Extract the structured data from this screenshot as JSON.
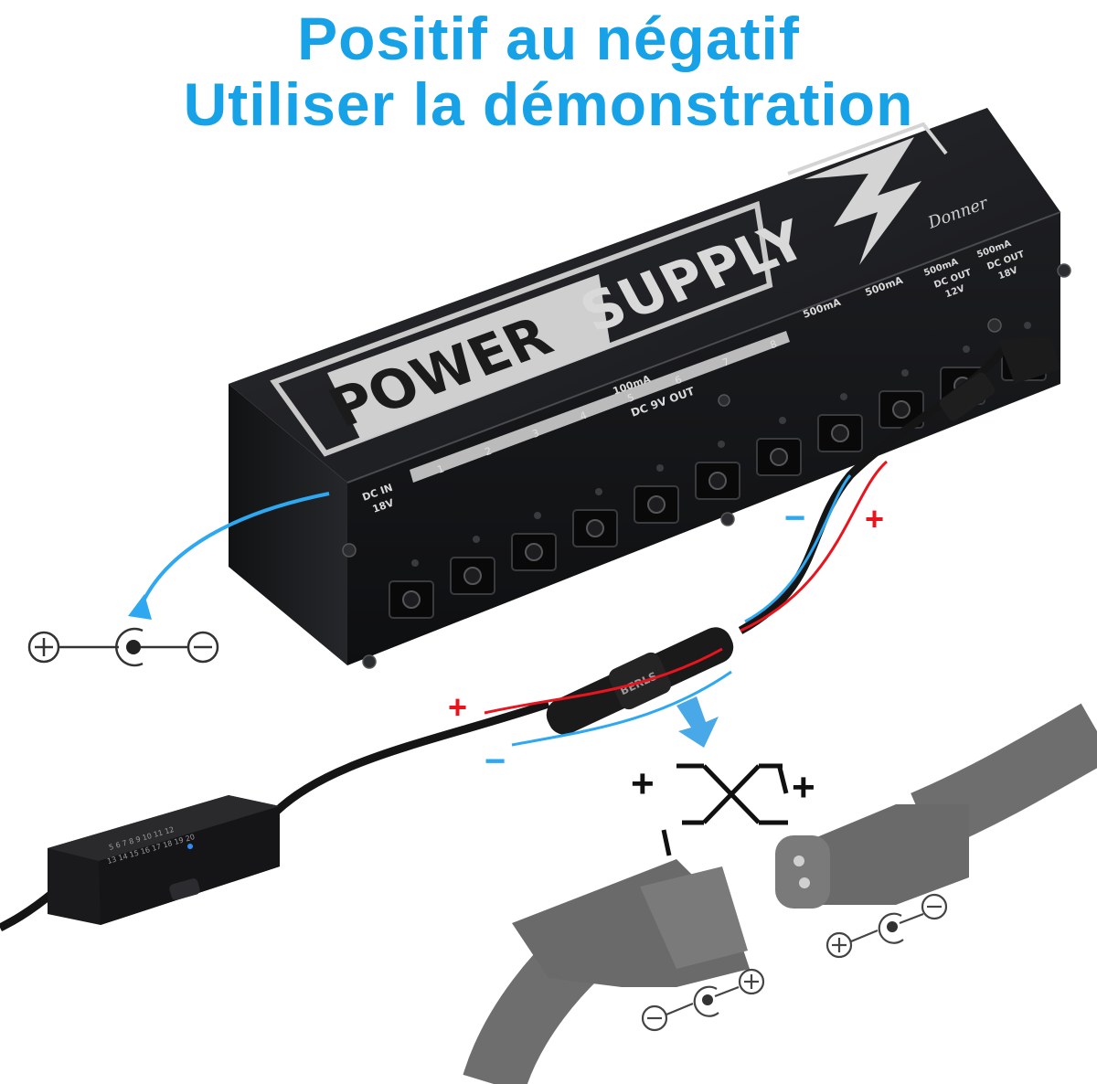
{
  "heading": {
    "line1": "Positif au négatif",
    "line2": "Utiliser la démonstration"
  },
  "device": {
    "brand_word1": "POWER",
    "brand_word2": "SUPPLY",
    "maker": "Donner",
    "dc_in_label": "DC IN",
    "dc_in_voltage": "18V",
    "dc_out_9v": "DC 9V OUT",
    "current_100": "100mA",
    "current_500a": "500mA",
    "current_500b": "500mA",
    "out12_current": "500mA",
    "out12_label": "DC OUT",
    "out12_voltage": "12V",
    "out18_current": "500mA",
    "out18_label": "DC OUT",
    "out18_voltage": "18V",
    "port_numbers": [
      "1",
      "2",
      "3",
      "4",
      "5",
      "6",
      "7",
      "8"
    ]
  },
  "cable": {
    "connector_brand": "BERLS",
    "plus_sign": "+",
    "minus_sign": "−"
  },
  "polarity": {
    "cross_plus": "+",
    "cross_minus": "−"
  },
  "adapter": {
    "row1": "5  6  7  8  9  10  11  12",
    "row2": "13  14  15  16  17  18  19  20"
  },
  "colors": {
    "title_blue": "#17a2e8",
    "wire_red": "#e8141e",
    "wire_blue": "#2ea8f0",
    "device_body": "#1d1e21"
  }
}
